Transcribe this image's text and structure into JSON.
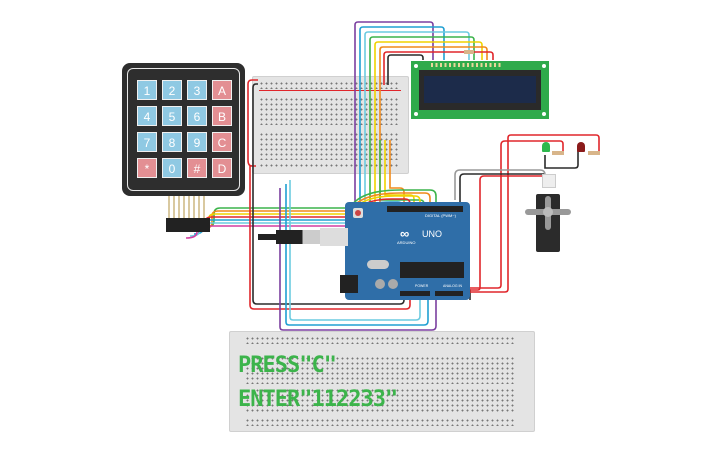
{
  "keypad": {
    "keys": [
      {
        "label": "1",
        "type": "blue"
      },
      {
        "label": "2",
        "type": "blue"
      },
      {
        "label": "3",
        "type": "blue"
      },
      {
        "label": "A",
        "type": "red"
      },
      {
        "label": "4",
        "type": "blue"
      },
      {
        "label": "5",
        "type": "blue"
      },
      {
        "label": "6",
        "type": "blue"
      },
      {
        "label": "B",
        "type": "red"
      },
      {
        "label": "7",
        "type": "blue"
      },
      {
        "label": "8",
        "type": "blue"
      },
      {
        "label": "9",
        "type": "blue"
      },
      {
        "label": "C",
        "type": "red"
      },
      {
        "label": "*",
        "type": "red"
      },
      {
        "label": "0",
        "type": "blue"
      },
      {
        "label": "#",
        "type": "red"
      },
      {
        "label": "D",
        "type": "red"
      }
    ]
  },
  "arduino": {
    "model_label": "UNO",
    "brand_label": "ARDUINO",
    "digital_label": "DIGITAL (PWM~)",
    "power_label": "POWER",
    "analog_label": "ANALOG IN"
  },
  "annotation": {
    "line1": "PRESS\"C\"",
    "line2": "ENTER\"112233\""
  },
  "colors": {
    "led_green": "#2db84d",
    "led_red": "#8b1b1b",
    "wire_red": "#e0262b",
    "wire_black": "#2b2b2b",
    "wire_green": "#3cb44b",
    "wire_yellow": "#f0d200",
    "wire_orange": "#f08a1c",
    "wire_blue": "#21a0d2",
    "wire_cyan": "#6ccbe0",
    "wire_purple": "#7b3fa0",
    "wire_pink": "#d23fa0",
    "text_green": "#3cb44b"
  }
}
